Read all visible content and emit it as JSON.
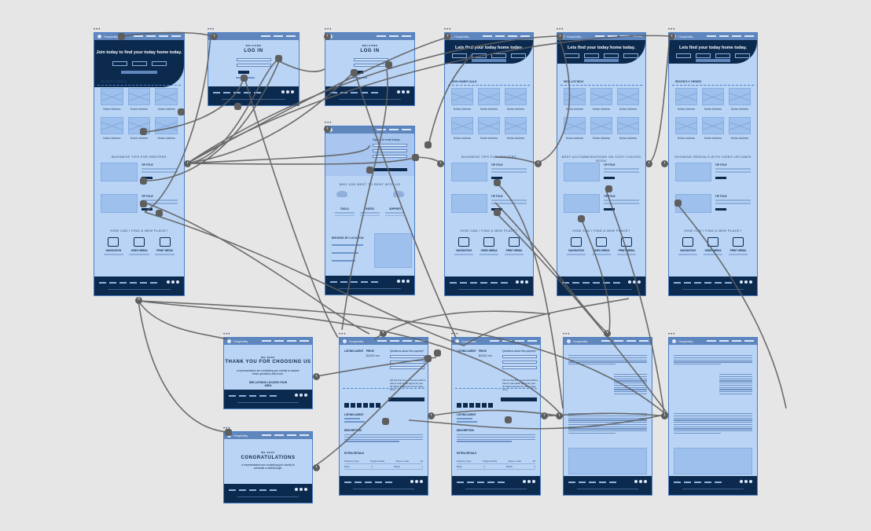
{
  "canvas": {
    "background": "#e6e6e6",
    "frame_color": "#b9d4f5",
    "frame_border": "#4a7fc8",
    "navy": "#0c2a4e",
    "wire_color": "#5e5e5e"
  },
  "brand": "Hospitality",
  "home": {
    "hero_title": "Join today to find your today home today.",
    "section_recently": "RECENTLY VIEWED",
    "card_caption": "Notice Address",
    "section_tips": "BUSINESS TIPS FOR RENTERS",
    "tip_title": "TIP TITLE",
    "section_options": "HOW CAN I FIND A NEW PLACE?",
    "options": [
      "NAVIGATION",
      "VIDEO MEDIA",
      "PRINT MEDIA"
    ]
  },
  "home_variants": [
    {
      "hero_title": "Lets find your today home today.",
      "section_label": "NEW HOMES SALE",
      "section_title": "BUSINESS TIPS FOR RENTERS"
    },
    {
      "hero_title": "Lets find your today home today.",
      "section_label": "NEW LISTINGS",
      "section_title": "BEST ACCOMMODATIONS ON COST COUTES BOOK"
    },
    {
      "hero_title": "Lets find your today home today.",
      "section_label": "RECENTLY VIEWED",
      "section_title": "SHOWING RENTALS WITH VIDEO UPLOADS"
    }
  ],
  "login": {
    "kicker": "WELCOME",
    "title": "LOG IN"
  },
  "signup": {
    "prompt": "Sign up for email listings",
    "section_title": "WHY USE BEST TO RENT WITH US",
    "columns": [
      "TOOLS",
      "RATES",
      "SUPPORT"
    ],
    "section_left": "BROWSE BY LOCATION"
  },
  "thanks": {
    "kicker": "WE SENT",
    "title": "THANK YOU FOR CHOOSING US",
    "body": "a representative are contacting you shortly to answer these questions and more.",
    "cta": "SEE LISTINGS LOCATED YOUR AREA"
  },
  "congrats": {
    "kicker": "WE SENT",
    "title": "CONGRATULATIONS",
    "body": "a representative are contacting you shortly to schedule a walkthrough."
  },
  "detail": {
    "form_title": "Questions about this property?",
    "listing_label": "LISTING AGENT",
    "price_label": "PRICE",
    "price_value": "$2,000 / mo",
    "description_label": "DESCRIPTION",
    "extras_label": "EXTRA DETAILS",
    "rows": [
      [
        "Property Type",
        "Single Family"
      ],
      [
        "Beds",
        "4"
      ],
      [
        "Days on site",
        "16"
      ],
      [
        "Baths",
        "2"
      ]
    ],
    "note": "Fill Out this form connected with a friend, real estate agent as your ID Status Reference Tours page once."
  }
}
